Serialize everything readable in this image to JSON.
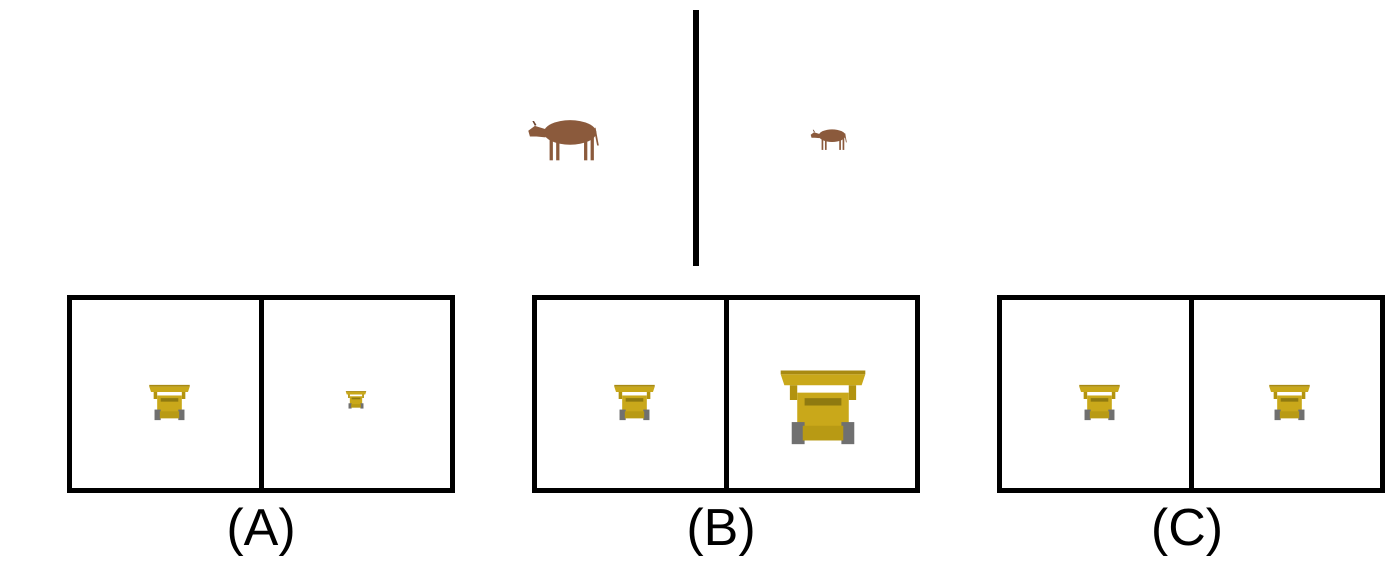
{
  "prompt": {
    "left_object": "cow-icon",
    "right_object": "cow-icon",
    "object_color": "#8B5A3C"
  },
  "options": [
    {
      "label": "(A)",
      "left_object": "bulldozer-icon",
      "right_object": "bulldozer-icon"
    },
    {
      "label": "(B)",
      "left_object": "bulldozer-icon",
      "right_object": "bulldozer-icon"
    },
    {
      "label": "(C)",
      "left_object": "bulldozer-icon",
      "right_object": "bulldozer-icon"
    }
  ],
  "colors": {
    "frame": "#000000",
    "bulldozer_body": "#C9A81A",
    "bulldozer_tracks": "#707070"
  }
}
